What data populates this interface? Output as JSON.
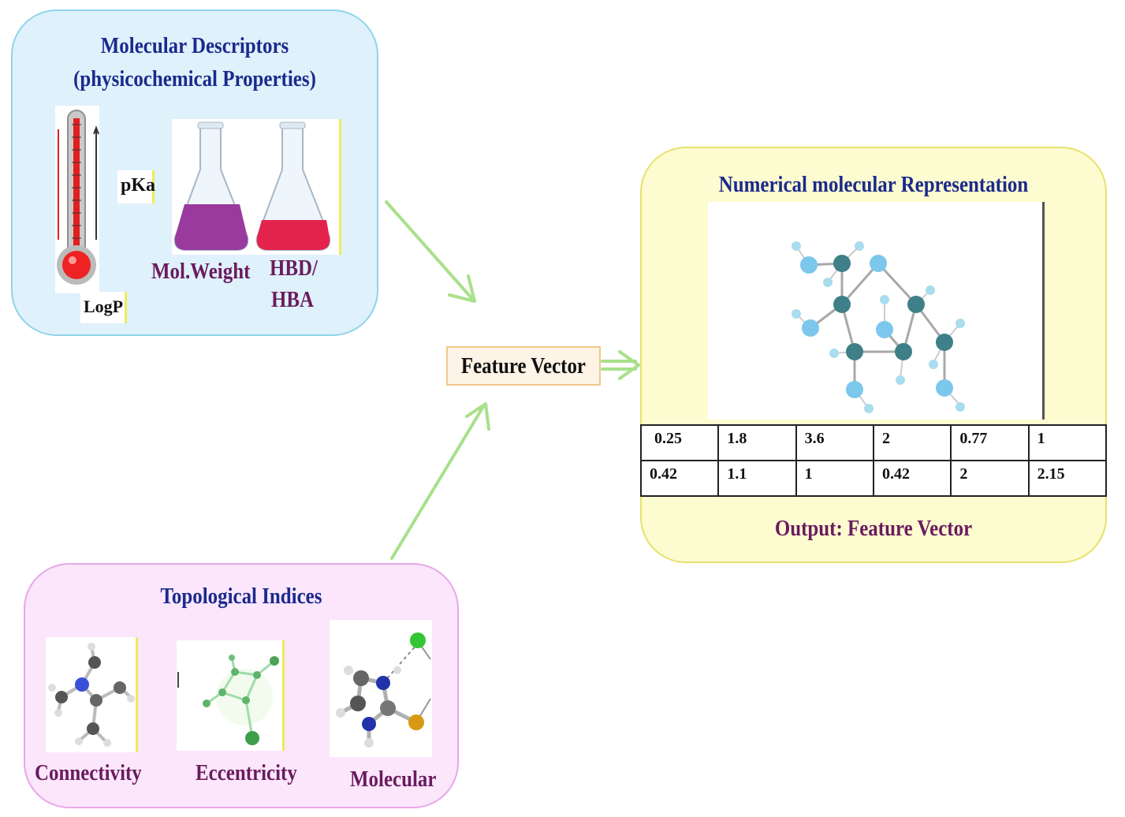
{
  "descriptors": {
    "title_line1": "Molecular Descriptors",
    "title_line2": "(physicochemical Properties)",
    "labels": {
      "pka": "pKa",
      "logp": "LogP",
      "mol_weight": "Mol.Weight",
      "hbd_line1": "HBD/",
      "hbd_line2": "HBA"
    }
  },
  "topological": {
    "title": "Topological Indices",
    "labels": {
      "connectivity": "Connectivity",
      "eccentricity": "Eccentricity",
      "molecular": "Molecular"
    }
  },
  "feature_vector": {
    "label": "Feature Vector"
  },
  "numerical": {
    "title": "Numerical molecular Representation",
    "table_rows": [
      [
        "0.25",
        "1.8",
        "3.6",
        "2",
        "0.77",
        "1"
      ],
      [
        "0.42",
        "1.1",
        "1",
        "0.42",
        "2",
        "2.15"
      ]
    ],
    "output_label": "Output: Feature Vector"
  },
  "colors": {
    "arrow": "#a9e08a",
    "title_blue": "#1b2a8c",
    "label_purple": "#6a1b5e"
  }
}
